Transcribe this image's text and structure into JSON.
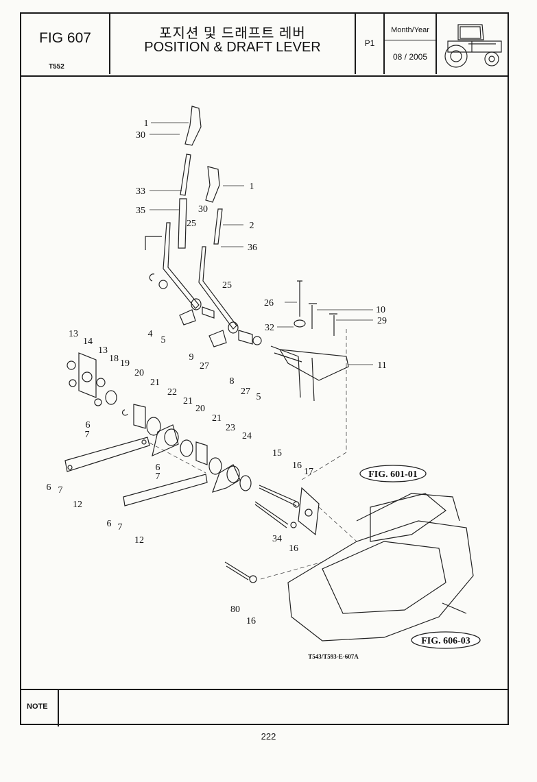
{
  "header": {
    "fig_number": "FIG 607",
    "model": "T552",
    "title_korean": "포지션 및 드래프트 레버",
    "title_english": "POSITION & DRAFT LEVER",
    "page_ref": "P1",
    "month_year_label": "Month/Year",
    "month_year_value": "08 / 2005"
  },
  "diagram": {
    "drawing_code": "T543/T593-E-607A",
    "cross_refs": [
      "FIG. 601-01",
      "FIG. 606-03"
    ],
    "callouts": [
      "1",
      "30",
      "33",
      "35",
      "1",
      "30",
      "25",
      "2",
      "36",
      "25",
      "26",
      "10",
      "32",
      "29",
      "11",
      "4",
      "5",
      "9",
      "27",
      "8",
      "27",
      "5",
      "13",
      "14",
      "13",
      "18",
      "19",
      "20",
      "21",
      "22",
      "21",
      "20",
      "21",
      "23",
      "24",
      "6",
      "7",
      "6",
      "7",
      "12",
      "6",
      "7",
      "6",
      "7",
      "12",
      "15",
      "16",
      "17",
      "34",
      "16",
      "80",
      "16"
    ]
  },
  "note": {
    "label": "NOTE"
  },
  "footer": {
    "page_number": "222"
  }
}
